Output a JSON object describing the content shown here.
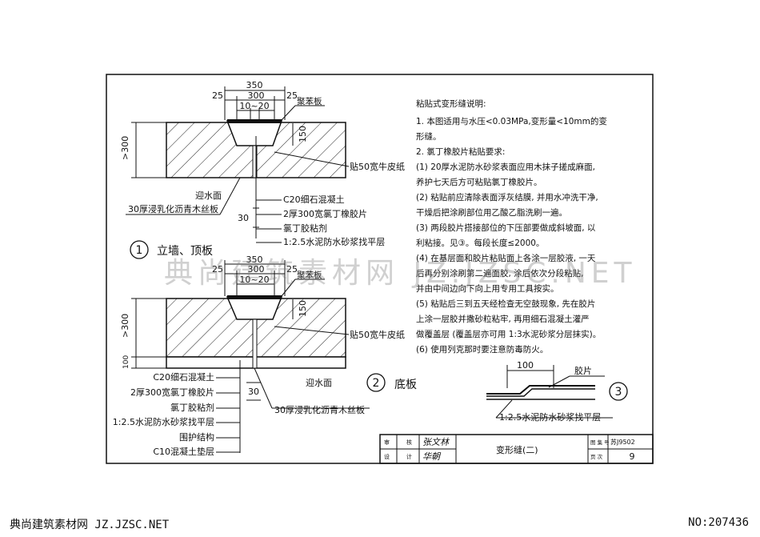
{
  "watermark": "典尚建筑素材网 JZ.JZSC.NET",
  "footer": {
    "left": "典尚建筑素材网 JZ.JZSC.NET",
    "right": "NO:207436"
  },
  "diagram1": {
    "number": "1",
    "title": "立墙、顶板",
    "dims": {
      "top": "350",
      "left": "25",
      "mid": "300",
      "right": "25",
      "gap": "10~20",
      "side": ">300",
      "height": "150",
      "small": "30"
    },
    "labels": {
      "board": "聚苯板",
      "paper": "贴50宽牛皮纸",
      "water": "迎水面",
      "concrete": "C20细石混凝土",
      "rubber": "2厚300宽氯丁橡胶片",
      "glue": "氯丁胶粘剂",
      "mortar": "1:2.5水泥防水砂浆找平层",
      "felt": "30厚浸乳化沥青木丝板"
    }
  },
  "diagram2": {
    "number": "2",
    "title": "底板",
    "dims": {
      "top": "350",
      "left": "25",
      "mid": "300",
      "right": "25",
      "gap": "10~20",
      "side": ">300",
      "height": "150",
      "base": "100",
      "small": "30"
    },
    "labels": {
      "board": "聚苯板",
      "paper": "贴50宽牛皮纸",
      "water": "迎水面",
      "felt": "30厚浸乳化沥青木丝板",
      "stack": [
        "C20细石混凝土",
        "2厚300宽氯丁橡胶片",
        "氯丁胶粘剂",
        "1:2.5水泥防水砂浆找平层",
        "围护结构",
        "C10混凝土垫层"
      ]
    }
  },
  "diagram3": {
    "number": "3",
    "dim": "100",
    "label": "胶片",
    "mortar": "1:2.5水泥防水砂浆找平层"
  },
  "notes": {
    "title": "粘贴式变形缝说明:",
    "lines": [
      "1.  本图适用与水压<0.03MPa,变形量<10mm的变",
      "     形缝。",
      "2.  氯丁橡胶片粘贴要求:",
      "(1)  20厚水泥防水砂浆表面应用木抹子搓成麻面,",
      "      养护七天后方可粘贴氯丁橡胶片。",
      "(2)  粘贴前应清除表面浮灰结膜, 并用水冲洗干净,",
      "      干燥后把涂刷部位用乙酸乙脂洗刷一遍。",
      "(3)  两段胶片搭接部位的下压部要做成斜坡面, 以",
      "      利粘接。见③。每段长度≤2000。",
      "(4)  在基层面和胶片粘贴面上各涂一层胶液, 一天",
      "      后再分别涂刷第二遍面胶, 涂后依次分段粘贴,",
      "      并由中间边向下向上用专用工具按实。",
      "(5)  粘贴后三到五天经检查无空鼓现象, 先在胶片",
      "      上涂一层胶并撒砂粒粘牢, 再用细石混凝土灌严",
      "      做覆盖层 (覆盖层亦可用 1:3水泥砂浆分层抹实)。",
      "(6)  使用列克那时要注意防毒防火。"
    ]
  },
  "titleblock": {
    "title": "变形缝(二)",
    "row1": "图 集 号",
    "atlas": "苏J9502",
    "row2": "页 次",
    "page": "9",
    "left": [
      "审",
      "核",
      "设",
      "计"
    ],
    "sign1": "张文林",
    "sign2": "华朝"
  }
}
